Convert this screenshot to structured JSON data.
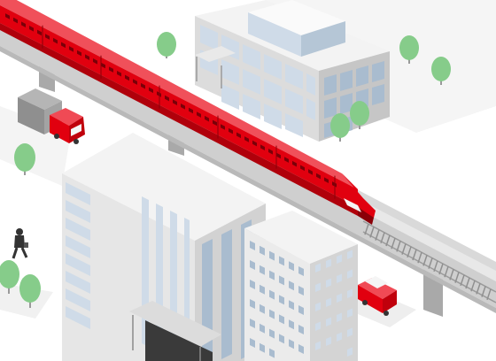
{
  "scene": {
    "subject": "isometric-city-illustration",
    "elements": {
      "train": "red-high-speed-train",
      "viaduct": "elevated-railway",
      "vehicles": [
        "delivery-truck",
        "red-car"
      ],
      "people": [
        "walking-businessman"
      ],
      "buildings": [
        "glass-office-building",
        "tall-office-tower",
        "low-apartment-block",
        "bus-shelter",
        "glass-canopy"
      ],
      "trees_count": 9
    }
  },
  "colors": {
    "train_red": "#e1000f",
    "train_dark": "#b0000b",
    "train_stripe": "#8a0008",
    "window_dark": "#7a0008",
    "viaduct_top": "#e6e6e6",
    "viaduct_side": "#c9c9c9",
    "pillar": "#a9a9a9",
    "ground_shadow": "#efefef",
    "glass_blue": "#cfdbe8",
    "glass_dark": "#a9bccf",
    "roof_light": "#f3f3f3",
    "wall_light": "#e3e3e3",
    "wall_mid": "#d0d0d0",
    "tree_green": "#86cc8a",
    "tree_dark": "#6bb873",
    "trunk": "#9a9a9a",
    "truck_body": "#8f8f8f",
    "car_red": "#e1000f",
    "person_dark": "#333333"
  }
}
